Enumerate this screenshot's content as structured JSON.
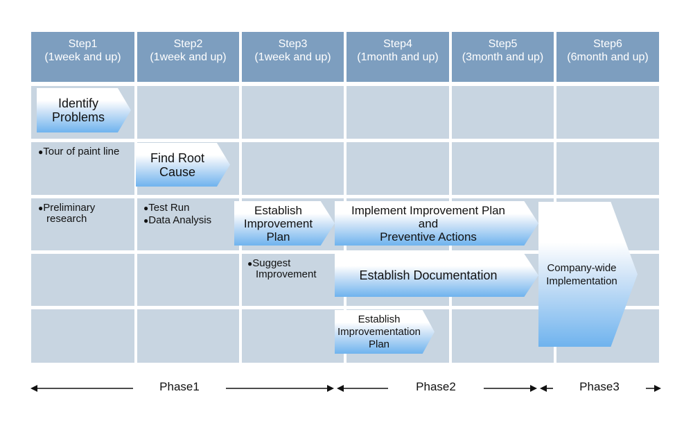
{
  "steps": [
    {
      "name": "Step1",
      "duration": "(1week and up)"
    },
    {
      "name": "Step2",
      "duration": "(1week and up)"
    },
    {
      "name": "Step3",
      "duration": "(1week and up)"
    },
    {
      "name": "Step4",
      "duration": "(1month and up)"
    },
    {
      "name": "Step5",
      "duration": "(3month and up)"
    },
    {
      "name": "Step6",
      "duration": "(6month and up)"
    }
  ],
  "notes": {
    "tour": "Tour of paint line",
    "preliminary_1": "Preliminary",
    "preliminary_2": "research",
    "test_run": "Test Run",
    "data_analysis": "Data Analysis",
    "suggest_1": "Suggest",
    "suggest_2": "Improvement",
    "bullet": "●"
  },
  "tasks": {
    "identify": [
      "Identify",
      "Problems"
    ],
    "root_cause": [
      "Find Root",
      "Cause"
    ],
    "establish_plan": [
      "Establish",
      "Improvement",
      "Plan"
    ],
    "implement": [
      "Implement Improvement Plan",
      "and",
      "Preventive Actions"
    ],
    "documentation": [
      "Establish Documentation"
    ],
    "implementation_plan": [
      "Establish",
      "Improvementation",
      "Plan"
    ],
    "company_wide": [
      "Company-wide",
      "Implementation"
    ]
  },
  "phases": [
    "Phase1",
    "Phase2",
    "Phase3"
  ],
  "colors": {
    "header_bg": "#7d9ebf",
    "cell_bg": "#c8d5e1",
    "chevron_light": "#ffffff",
    "chevron_dark": "#6fb3ee"
  }
}
